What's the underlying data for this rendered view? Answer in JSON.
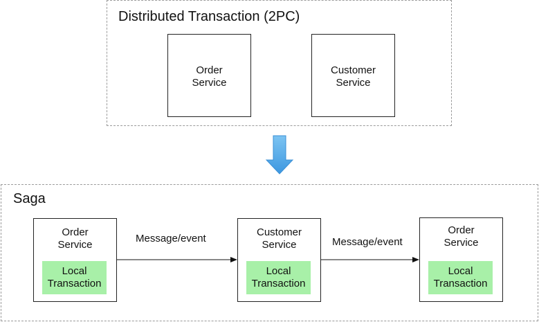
{
  "top": {
    "title": "Distributed Transaction (2PC)",
    "services": [
      {
        "name": "Order\nService"
      },
      {
        "name": "Customer\nService"
      }
    ]
  },
  "transition_arrow": {
    "color": "#5aaee8"
  },
  "saga": {
    "title": "Saga",
    "services": [
      {
        "name": "Order\nService",
        "local": "Local\nTransaction"
      },
      {
        "name": "Customer\nService",
        "local": "Local\nTransaction"
      },
      {
        "name": "Order\nService",
        "local": "Local\nTransaction"
      }
    ],
    "edges": [
      {
        "label": "Message/event"
      },
      {
        "label": "Message/event"
      }
    ],
    "local_color": "#a8f0a8"
  }
}
